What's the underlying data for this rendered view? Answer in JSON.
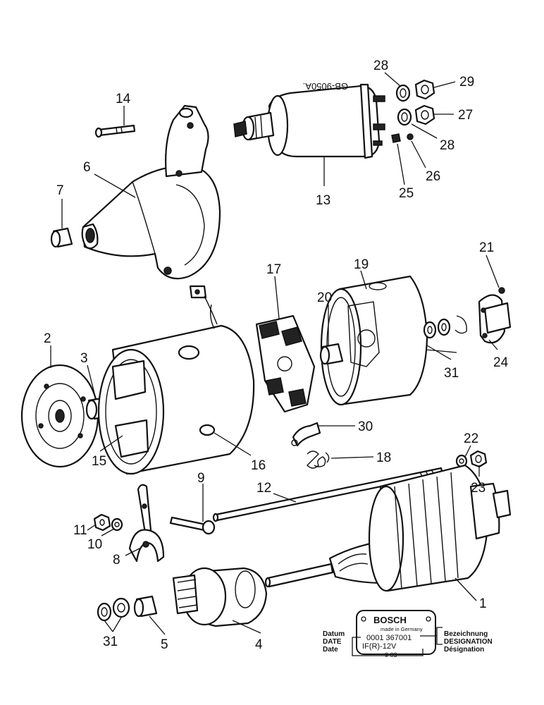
{
  "solenoid_marking": "GB-9050A.",
  "callouts": [
    {
      "id": "28a",
      "text": "28"
    },
    {
      "id": "29",
      "text": "29"
    },
    {
      "id": "14",
      "text": "14"
    },
    {
      "id": "27",
      "text": "27"
    },
    {
      "id": "28b",
      "text": "28"
    },
    {
      "id": "6",
      "text": "6"
    },
    {
      "id": "26",
      "text": "26"
    },
    {
      "id": "7",
      "text": "7"
    },
    {
      "id": "13",
      "text": "13"
    },
    {
      "id": "25",
      "text": "25"
    },
    {
      "id": "17",
      "text": "17"
    },
    {
      "id": "19",
      "text": "19"
    },
    {
      "id": "21",
      "text": "21"
    },
    {
      "id": "20",
      "text": "20"
    },
    {
      "id": "2",
      "text": "2"
    },
    {
      "id": "3",
      "text": "3"
    },
    {
      "id": "24",
      "text": "24"
    },
    {
      "id": "31a",
      "text": "31"
    },
    {
      "id": "30",
      "text": "30"
    },
    {
      "id": "22",
      "text": "22"
    },
    {
      "id": "15",
      "text": "15"
    },
    {
      "id": "16",
      "text": "16"
    },
    {
      "id": "18",
      "text": "18"
    },
    {
      "id": "9",
      "text": "9"
    },
    {
      "id": "23",
      "text": "23"
    },
    {
      "id": "12",
      "text": "12"
    },
    {
      "id": "11",
      "text": "11"
    },
    {
      "id": "10",
      "text": "10"
    },
    {
      "id": "8",
      "text": "8"
    },
    {
      "id": "1",
      "text": "1"
    },
    {
      "id": "31b",
      "text": "31"
    },
    {
      "id": "5",
      "text": "5"
    },
    {
      "id": "4",
      "text": "4"
    }
  ],
  "nameplate": {
    "brand": "BOSCH",
    "origin": "made in Germany",
    "part_number": "0001 367001",
    "spec": "IF(R)-12V",
    "date_code": "9 03",
    "left_labels": [
      "Datum",
      "DATE",
      "Date"
    ],
    "right_labels": [
      "Bezeichnung",
      "DESIGNATION",
      "Désignation"
    ]
  }
}
